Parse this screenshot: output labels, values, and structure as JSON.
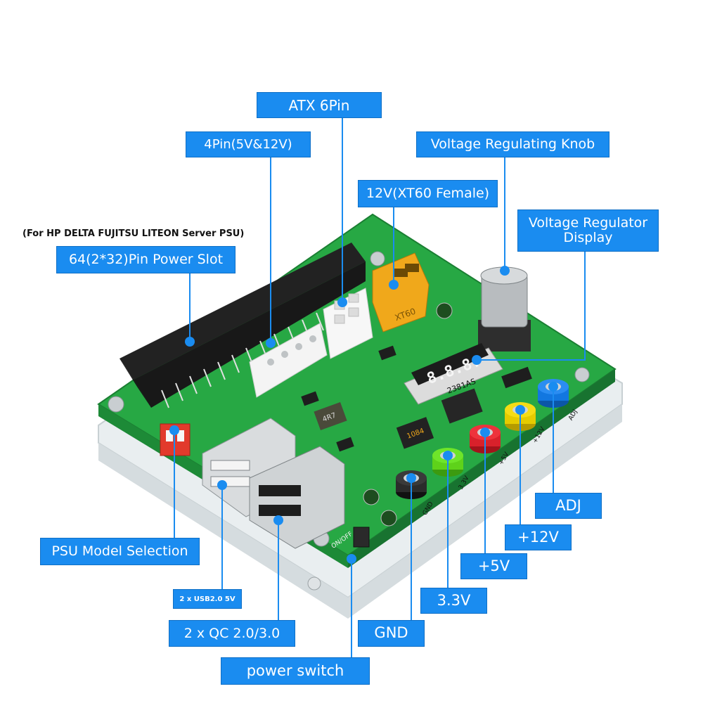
{
  "accent_color": "#1a8cf0",
  "line_color": "#1a8cf0",
  "board_color": "#27a844",
  "labels": {
    "atx_6pin": "ATX 6Pin",
    "four_pin": "4Pin(5V&12V)",
    "voltage_knob": "Voltage Regulating Knob",
    "xt60": "12V(XT60 Female)",
    "psu_note": "(For HP DELTA FUJITSU LITEON Server PSU)",
    "power_slot": "64(2*32)Pin Power Slot",
    "regulator_display": "Voltage Regulator\nDisplay",
    "adj": "ADJ",
    "plus_12v": "+12V",
    "plus_5v": "+5V",
    "v3_3": "3.3V",
    "gnd": "GND",
    "psu_model": "PSU Model Selection",
    "usb2": "2 x USB2.0 5V",
    "qc": "2 x QC 2.0/3.0",
    "power_switch": "power switch"
  },
  "board": {
    "display_digits": "8.8.8.",
    "display_model": "2381AS",
    "xt60_marking": "XT60",
    "ic_marking": "1084",
    "inductor_marking": "4R7",
    "post_labels": {
      "gnd": "GND",
      "v3_3": "3.3V",
      "plus_5v": "+5V",
      "plus_12v": "+12V",
      "adj": "ADJ"
    },
    "switch_marking": "ON/OFF"
  }
}
